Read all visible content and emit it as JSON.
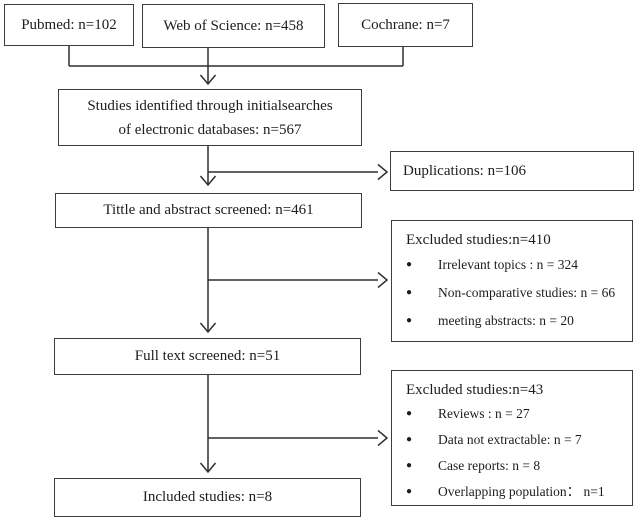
{
  "diagram": {
    "sources": {
      "pubmed": "Pubmed: n=102",
      "web_of_science": "Web of Science: n=458",
      "cochrane": "Cochrane: n=7"
    },
    "identified": {
      "line1": "Studies identified through initialsearches",
      "line2": "of electronic databases: n=567"
    },
    "duplications": "Duplications: n=106",
    "title_abstract_screened": "Tittle and abstract screened: n=461",
    "excluded_after_screening": {
      "title": "Excluded studies:n=410",
      "items": [
        "Irrelevant topics : n = 324",
        "Non-comparative studies: n = 66",
        "meeting abstracts: n = 20"
      ]
    },
    "full_text_screened": "Full text screened: n=51",
    "excluded_after_fulltext": {
      "title": "Excluded studies:n=43",
      "items": [
        "Reviews : n = 27",
        "Data not extractable: n = 7",
        "Case reports: n = 8",
        "Overlapping population： n=1"
      ]
    },
    "included": "Included studies: n=8",
    "glyphs": {
      "bullet": "●"
    },
    "colors": {
      "line": "#2e2e2e",
      "border": "#3d3d3d",
      "text": "#1d1d1d",
      "background": "#ffffff"
    }
  }
}
